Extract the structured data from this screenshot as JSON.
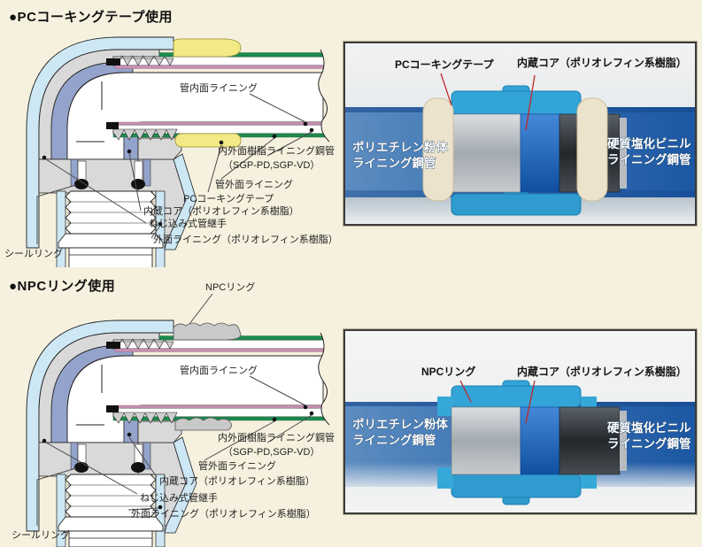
{
  "page": {
    "background": "#f6f1de"
  },
  "colors": {
    "outer_lining_blue": "#cde7f4",
    "fitting_gray": "#d9d9d9",
    "core_purple": "#94a3cb",
    "tape_yellow": "#f1ea85",
    "ring_gray": "#c9c9c9",
    "pipe_outer_green": "#1d8a4e",
    "pipe_inner_pink": "#c893b4",
    "photo_pipe_blue": "#1d5aa6",
    "coupling_teal": "#33a4d8",
    "leader_red": "#c22828"
  },
  "section1": {
    "title": "●PCコーキングテープ使用",
    "diagram": {
      "label_pipe_inner_lining": "管内面ライニング",
      "label_steel_pipe_1": "内外面樹脂ライニング鋼管",
      "label_steel_pipe_2": "（SGP-PD,SGP-VD）",
      "label_pipe_outer_lining": "管外面ライニング",
      "label_tape": "PCコーキングテープ",
      "label_core": "内蔵コア（ポリオレフィン系樹脂）",
      "label_fitting": "ねじ込み式管継手",
      "label_outer_lining": "外面ライニング（ポリオレフィン系樹脂）",
      "label_seal_ring": "シールリング"
    },
    "photo": {
      "label_tape": "PCコーキングテープ",
      "label_core": "内蔵コア（ポリオレフィン系樹脂）",
      "label_left_1": "ポリエチレン粉体",
      "label_left_2": "ライニング鋼管",
      "label_right_1": "硬質塩化ビニル",
      "label_right_2": "ライニング鋼管"
    }
  },
  "section2": {
    "title": "●NPCリング使用",
    "diagram": {
      "label_ring": "NPCリング",
      "label_pipe_inner_lining": "管内面ライニング",
      "label_steel_pipe_1": "内外面樹脂ライニング鋼管",
      "label_steel_pipe_2": "（SGP-PD,SGP-VD）",
      "label_pipe_outer_lining": "管外面ライニング",
      "label_core": "内蔵コア（ポリオレフィン系樹脂）",
      "label_fitting": "ねじ込み式管継手",
      "label_outer_lining": "外面ライニング（ポリオレフィン系樹脂）",
      "label_seal_ring": "シールリング"
    },
    "photo": {
      "label_ring": "NPCリング",
      "label_core": "内蔵コア（ポリオレフィン系樹脂）",
      "label_left_1": "ポリエチレン粉体",
      "label_left_2": "ライニング鋼管",
      "label_right_1": "硬質塩化ビニル",
      "label_right_2": "ライニング鋼管"
    }
  }
}
